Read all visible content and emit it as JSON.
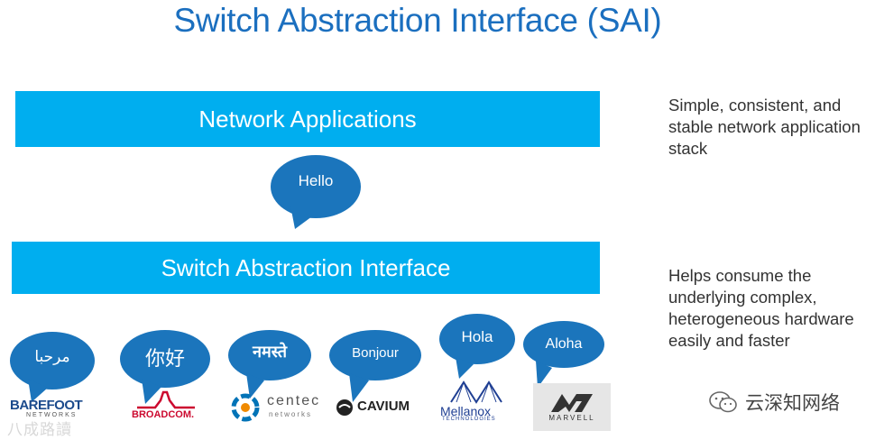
{
  "title": "Switch Abstraction Interface (SAI)",
  "layers": {
    "top": "Network Applications",
    "bottom": "Switch Abstraction Interface"
  },
  "center_bubble": "Hello",
  "notes": {
    "top": "Simple, consistent, and stable network application stack",
    "bottom": "Helps consume the underlying complex, heterogeneous hardware easily and faster"
  },
  "vendors": [
    {
      "greeting": "مرحبا",
      "logo": "BAREFOOT",
      "logo_sub": "NETWORKS"
    },
    {
      "greeting": "你好",
      "logo": "BROADCOM."
    },
    {
      "greeting": "नमस्ते",
      "logo": "centec",
      "logo_sub": "networks"
    },
    {
      "greeting": "Bonjour",
      "logo": "CAVIUM"
    },
    {
      "greeting": "Hola",
      "logo": "Mellanox",
      "logo_sub": "TECHNOLOGIES"
    },
    {
      "greeting": "Aloha",
      "logo": "MARVELL"
    }
  ],
  "watermark": "云深知网络",
  "corner_watermark": "八成路讀",
  "colors": {
    "bar": "#00aeef",
    "bubble": "#1b75bc",
    "title": "#1b6fbf",
    "broadcom_red": "#cc092f",
    "centec_blue": "#0073b7",
    "mellanox_blue": "#1f3f93"
  }
}
